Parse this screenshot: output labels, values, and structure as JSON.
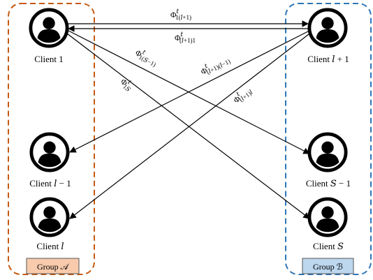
{
  "groups": [
    {
      "id": "A",
      "label": "Group 𝒜",
      "border_color": "#C55A11",
      "badge_fill": "#F8CBAD"
    },
    {
      "id": "B",
      "label": "Group ℬ",
      "border_color": "#2E75B6",
      "badge_fill": "#BDD7EE"
    }
  ],
  "clients": {
    "c1": {
      "label": "Client 1",
      "icon": "user-avatar-icon"
    },
    "cl1": {
      "label": "Client 𝑙 + 1",
      "icon": "user-avatar-icon"
    },
    "clm": {
      "label": "Client 𝑙 − 1",
      "icon": "user-avatar-icon"
    },
    "cSm": {
      "label": "Client 𝑆 − 1",
      "icon": "user-avatar-icon"
    },
    "cl": {
      "label": "Client 𝑙",
      "icon": "user-avatar-icon"
    },
    "cS": {
      "label": "Client 𝑆",
      "icon": "user-avatar-icon"
    }
  },
  "edges": [
    {
      "from": "c1",
      "to": "cl1",
      "base": "Φ",
      "sup": "𝑡",
      "sub": "1(𝑙+1)"
    },
    {
      "from": "cl1",
      "to": "c1",
      "base": "Φ",
      "sup": "𝑡",
      "sub": "(𝑙+1)1"
    },
    {
      "from": "c1",
      "to": "cSm",
      "base": "Φ",
      "sup": "𝑡",
      "sub": "1(𝑆−1)"
    },
    {
      "from": "c1",
      "to": "cS",
      "base": "Φ",
      "sup": "𝑡",
      "sub": "1𝑆"
    },
    {
      "from": "cl1",
      "to": "clm",
      "base": "Φ",
      "sup": "𝑡",
      "sub": "(𝑙+1)(𝑙−1)"
    },
    {
      "from": "cl1",
      "to": "cl",
      "base": "Φ",
      "sup": "𝑡",
      "sub": "(𝑙+1)𝑙"
    }
  ]
}
